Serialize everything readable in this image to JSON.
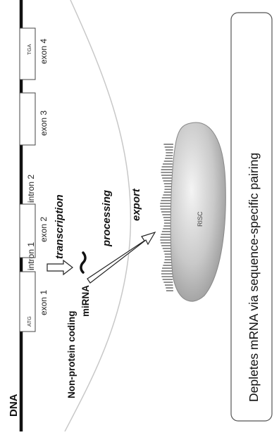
{
  "dna": {
    "label": "DNA",
    "start_codon": "ATG",
    "stop_codon": "TGA",
    "exons": [
      "exon 1",
      "exon 2",
      "exon 3",
      "exon 4"
    ],
    "introns": [
      "intron 1",
      "intron 2"
    ]
  },
  "steps": {
    "transcription": "transcription",
    "processing": "processing",
    "export": "export"
  },
  "mirna": {
    "line1": "Non-protein coding",
    "line2": "miRNA"
  },
  "risc": {
    "label": "RISC"
  },
  "callout": {
    "text": "Depletes mRNA via sequence-specific pairing"
  }
}
